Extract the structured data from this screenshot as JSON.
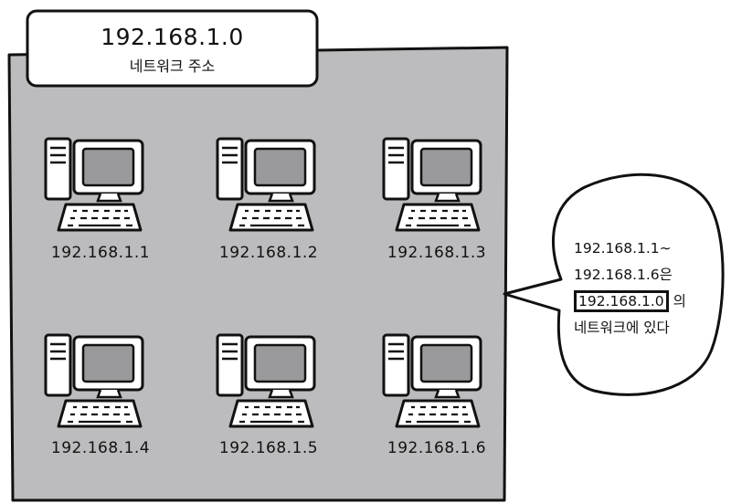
{
  "network": {
    "address": "192.168.1.0",
    "label": "네트워크 주소"
  },
  "hosts": [
    {
      "ip": "192.168.1.1"
    },
    {
      "ip": "192.168.1.2"
    },
    {
      "ip": "192.168.1.3"
    },
    {
      "ip": "192.168.1.4"
    },
    {
      "ip": "192.168.1.5"
    },
    {
      "ip": "192.168.1.6"
    }
  ],
  "bubble": {
    "line1": "192.168.1.1∼",
    "line2": "192.168.1.6은",
    "highlight": "192.168.1.0",
    "line3_suffix": " 의",
    "line4": "네트워크에 있다"
  },
  "colors": {
    "network_fill": "#bcbcbe",
    "screen": "#9a9a9c",
    "outline": "#111111"
  }
}
